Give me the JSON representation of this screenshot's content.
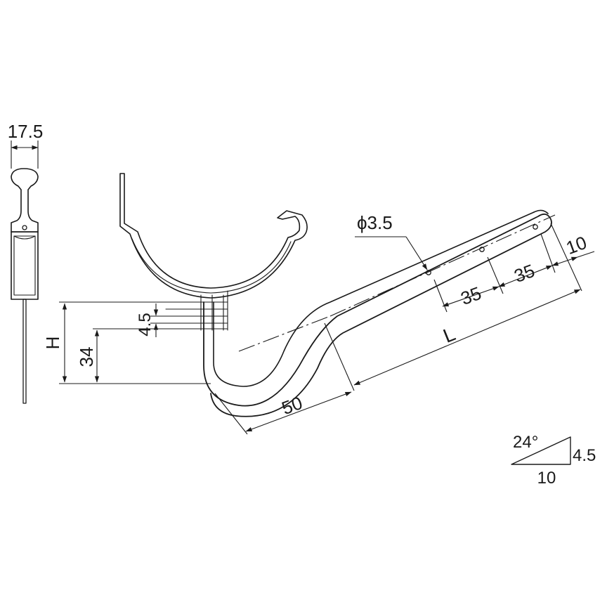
{
  "dimensions": {
    "width_side": "17.5",
    "hole_diameter": "ϕ3.5",
    "spacing_1": "35",
    "spacing_2": "35",
    "end_offset": "10",
    "length": "L",
    "height": "H",
    "height_34": "34",
    "hook_gap": "4.5",
    "hook_length": "50"
  },
  "slope_note": {
    "angle": "24°",
    "rise": "4.5",
    "run": "10"
  }
}
